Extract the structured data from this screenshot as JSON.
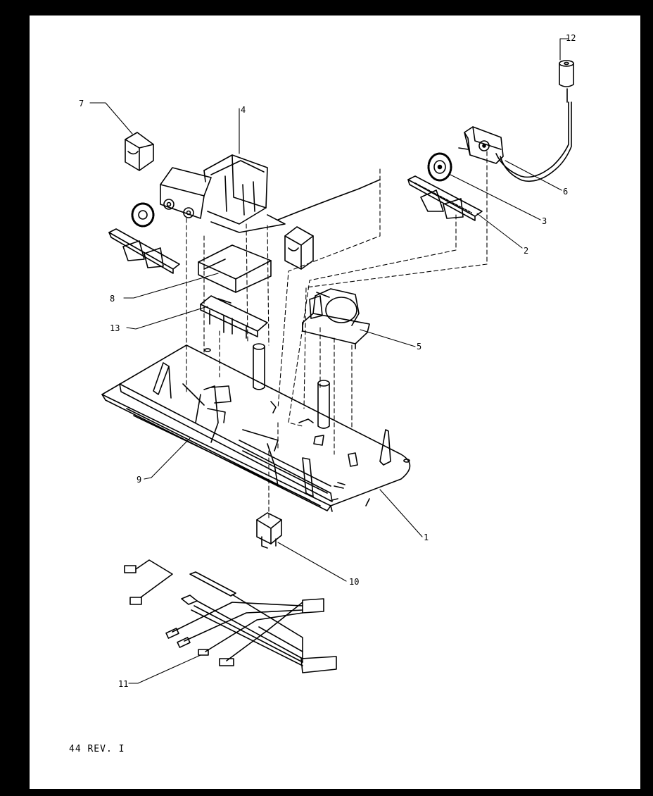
{
  "callouts": {
    "p1": "1",
    "p2": "2",
    "p3": "3",
    "p4": "4",
    "p5": "5",
    "p6": "6",
    "p7": "7",
    "p8": "8",
    "p9": "9",
    "p10": "10",
    "p11": "11",
    "p12": "12",
    "p13": "13"
  },
  "footer": "44 REV. I",
  "colors": {
    "ink": "#000000",
    "paper": "#ffffff",
    "frame": "#000000"
  }
}
